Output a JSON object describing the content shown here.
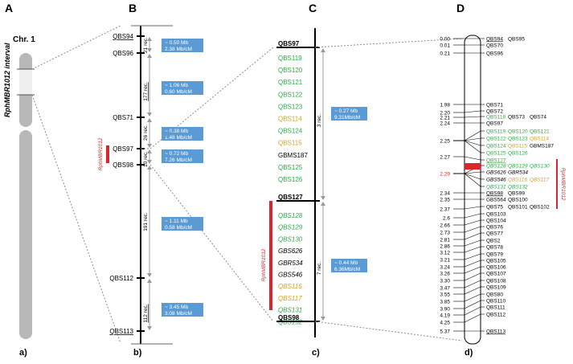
{
  "colors": {
    "green": "#2eaa4a",
    "orange": "#e0a020",
    "red": "#d9252b",
    "box": "#5b9bd5",
    "chromosome": "#b8b8b8",
    "black": "#000000",
    "dotted": "#8c8c8c"
  },
  "panel_letters": [
    "A",
    "B",
    "C",
    "D"
  ],
  "panel_captions": [
    "a)",
    "b)",
    "c)",
    "d)"
  ],
  "panel_a": {
    "chromosome_label": "Chr. 1",
    "interval_label": "RphMBR1012 interval"
  },
  "panel_b": {
    "markers": [
      {
        "name": "QBS94",
        "underline": true
      },
      {
        "name": "QBS96",
        "underline": false
      },
      {
        "name": "QBS71",
        "underline": false
      },
      {
        "name": "QBS97",
        "underline": false
      },
      {
        "name": "QBS98",
        "underline": false
      },
      {
        "name": "QBS112",
        "underline": false
      },
      {
        "name": "QBS113",
        "underline": true
      }
    ],
    "recombinants": [
      {
        "label": "21 rec."
      },
      {
        "label": "177 rec.",
        "underline": true
      },
      {
        "label": "26 rec."
      },
      {
        "label": "10 rec."
      },
      {
        "label": "191 rec."
      },
      {
        "label": "112 rec.",
        "underline": true
      }
    ],
    "boxes": [
      {
        "line1": "~ 0.50 Mb",
        "line2": "2.38 Mb/cM"
      },
      {
        "line1": "~ 1.06 Mb",
        "line2": "0.60 Mb/cM"
      },
      {
        "line1": "~ 0.38 Mb",
        "line2": "1.48 Mb/cM"
      },
      {
        "line1": "~ 0.72 Mb",
        "line2": "7.26 Mb/cM"
      },
      {
        "line1": "~ 1.11 Mb",
        "line2": "0.58 Mb/cM"
      },
      {
        "line1": "~ 3.45 Mb",
        "line2": "3.08 Mb/cM"
      }
    ],
    "gene_label": "RphMBR1012"
  },
  "panel_c": {
    "markers": [
      {
        "name": "QBS97",
        "color": "black",
        "italic": false
      },
      {
        "name": "QBS119",
        "color": "green",
        "italic": false
      },
      {
        "name": "QBS120",
        "color": "green",
        "italic": false
      },
      {
        "name": "QBS121",
        "color": "green",
        "italic": false
      },
      {
        "name": "QBS122",
        "color": "green",
        "italic": false
      },
      {
        "name": "QBS123",
        "color": "green",
        "italic": false
      },
      {
        "name": "QBS114",
        "color": "orange",
        "italic": false
      },
      {
        "name": "QBS124",
        "color": "green",
        "italic": false
      },
      {
        "name": "QBS115",
        "color": "orange",
        "italic": false
      },
      {
        "name": "GBMS187",
        "color": "black",
        "italic": false
      },
      {
        "name": "QBS125",
        "color": "green",
        "italic": false
      },
      {
        "name": "QBS126",
        "color": "green",
        "italic": false
      },
      {
        "name": "QBS127",
        "color": "black",
        "italic": false
      },
      {
        "name": "QBS128",
        "color": "green",
        "italic": true
      },
      {
        "name": "QBS129",
        "color": "green",
        "italic": true
      },
      {
        "name": "QBS130",
        "color": "green",
        "italic": true
      },
      {
        "name": "GBS626",
        "color": "black",
        "italic": true
      },
      {
        "name": "GBR534",
        "color": "black",
        "italic": true
      },
      {
        "name": "GBS546",
        "color": "black",
        "italic": true
      },
      {
        "name": "QBS116",
        "color": "orange",
        "italic": true
      },
      {
        "name": "QBS117",
        "color": "orange",
        "italic": true
      },
      {
        "name": "QBS131",
        "color": "green",
        "italic": true
      },
      {
        "name": "QBS132",
        "color": "green",
        "italic": true
      },
      {
        "name": "QBS98",
        "color": "black",
        "italic": false
      }
    ],
    "recombinants": [
      {
        "label": "3 rec."
      },
      {
        "label": "7 rec."
      }
    ],
    "boxes": [
      {
        "line1": "~ 0.27 Mb",
        "line2": "9.31Mb/cM"
      },
      {
        "line1": "~ 0.44 Mb",
        "line2": "6.36Mb/cM"
      }
    ],
    "gene_label": "RphMBR1012"
  },
  "panel_d": {
    "positions": [
      "0.00",
      "0.01",
      "0.21",
      "1.98",
      "2.20",
      "2.21",
      "2.24",
      "2.25",
      "2.27",
      "2.29",
      "2.34",
      "2.35",
      "2.37",
      "2.6",
      "2.66",
      "2.73",
      "2.81",
      "2.86",
      "3.12",
      "3.21",
      "3.24",
      "3.26",
      "3.30",
      "3.47",
      "3.55",
      "3.85",
      "3.90",
      "4.19",
      "4.25",
      "5.37"
    ],
    "rows": [
      [
        {
          "t": "QBS94",
          "c": "black",
          "u": true
        },
        {
          "t": "QBS95",
          "c": "black"
        }
      ],
      [
        {
          "t": "QBS70",
          "c": "black"
        }
      ],
      [
        {
          "t": "QBS96",
          "c": "black"
        }
      ],
      [
        {
          "t": "QBS71",
          "c": "black"
        }
      ],
      [
        {
          "t": "QBS72",
          "c": "black"
        }
      ],
      [
        {
          "t": "QBS118",
          "c": "green"
        },
        {
          "t": "QBS73",
          "c": "black"
        },
        {
          "t": "QBS74",
          "c": "black"
        }
      ],
      [
        {
          "t": "QBS97",
          "c": "black"
        }
      ],
      [
        {
          "t": "QBS119",
          "c": "green"
        },
        {
          "t": "QBS120",
          "c": "green"
        },
        {
          "t": "QBS121",
          "c": "green"
        }
      ],
      [
        {
          "t": "QBS122",
          "c": "green"
        },
        {
          "t": "QBS123",
          "c": "green"
        },
        {
          "t": "QBS114",
          "c": "orange"
        }
      ],
      [
        {
          "t": "QBS124",
          "c": "green"
        },
        {
          "t": "QBS115",
          "c": "orange"
        },
        {
          "t": "GBMS187",
          "c": "black"
        }
      ],
      [
        {
          "t": "QBS125",
          "c": "green"
        },
        {
          "t": "QBS126",
          "c": "green"
        }
      ],
      [
        {
          "t": "QBS127",
          "c": "green",
          "u": true
        }
      ],
      [
        {
          "t": "QBS128",
          "c": "green",
          "i": true
        },
        {
          "t": "QBS129",
          "c": "green",
          "i": true
        },
        {
          "t": "QBS130",
          "c": "green",
          "i": true
        }
      ],
      [
        {
          "t": "GBS626",
          "c": "black",
          "i": true
        },
        {
          "t": "GBR534",
          "c": "black",
          "i": true
        }
      ],
      [
        {
          "t": "GBS546",
          "c": "black",
          "i": true
        },
        {
          "t": "QBS116",
          "c": "orange",
          "i": true
        },
        {
          "t": "QBS117",
          "c": "orange",
          "i": true
        }
      ],
      [
        {
          "t": "QBS131",
          "c": "green",
          "i": true
        },
        {
          "t": "QBS132",
          "c": "green",
          "i": true
        }
      ],
      [
        {
          "t": "QBS98",
          "c": "black",
          "u": true
        },
        {
          "t": "QBS99",
          "c": "black"
        }
      ],
      [
        {
          "t": "GBS564",
          "c": "black"
        },
        {
          "t": "QBS100",
          "c": "black"
        }
      ],
      [
        {
          "t": "QBS75",
          "c": "black"
        },
        {
          "t": "QBS101",
          "c": "black"
        },
        {
          "t": "QBS102",
          "c": "black"
        }
      ],
      [
        {
          "t": "QBS103",
          "c": "black"
        }
      ],
      [
        {
          "t": "QBS104",
          "c": "black"
        }
      ],
      [
        {
          "t": "QBS76",
          "c": "black"
        }
      ],
      [
        {
          "t": "QBS77",
          "c": "black"
        }
      ],
      [
        {
          "t": "QBS2",
          "c": "black"
        }
      ],
      [
        {
          "t": "QBS78",
          "c": "black"
        }
      ],
      [
        {
          "t": "QBS79",
          "c": "black"
        }
      ],
      [
        {
          "t": "QBS105",
          "c": "black"
        }
      ],
      [
        {
          "t": "QBS106",
          "c": "black"
        }
      ],
      [
        {
          "t": "QBS107",
          "c": "black"
        }
      ],
      [
        {
          "t": "QBS108",
          "c": "black"
        }
      ],
      [
        {
          "t": "QBS109",
          "c": "black"
        }
      ],
      [
        {
          "t": "QBS80",
          "c": "black"
        }
      ],
      [
        {
          "t": "QBS110",
          "c": "black"
        }
      ],
      [
        {
          "t": "QBS111",
          "c": "black"
        }
      ],
      [
        {
          "t": "QBS112",
          "c": "black"
        }
      ],
      [
        {
          "t": "QBS113",
          "c": "black",
          "u": true
        }
      ]
    ],
    "gene_label": "RphMBR1012"
  }
}
